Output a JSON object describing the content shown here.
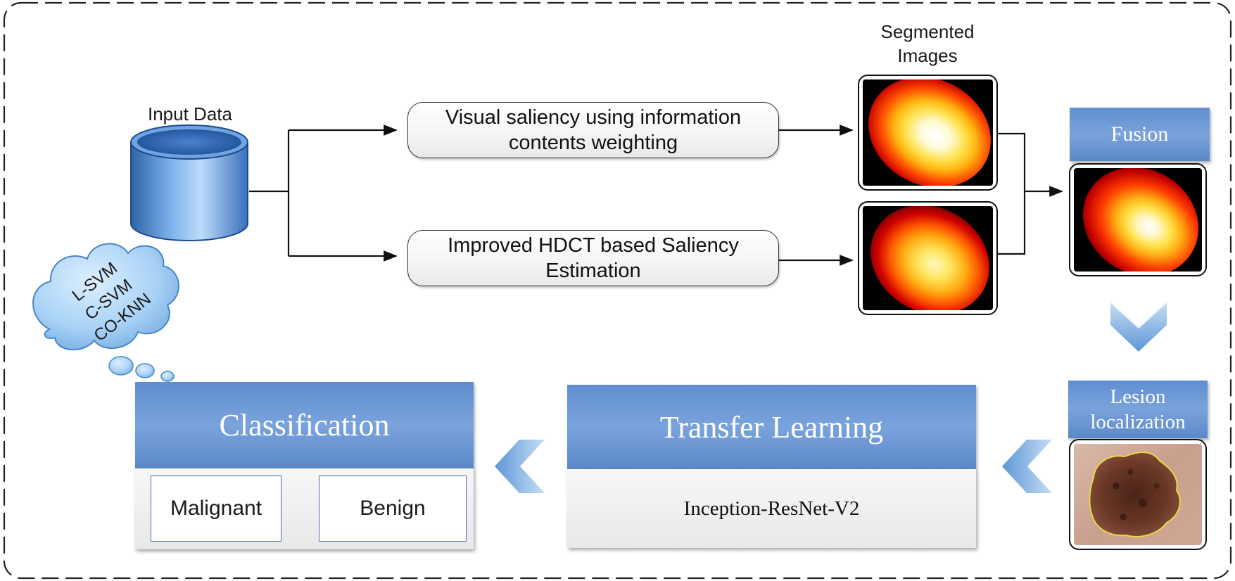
{
  "input": {
    "label": "Input Data"
  },
  "cloud": {
    "lines": [
      "L-SVM",
      "C-SVM",
      "CO-KNN"
    ]
  },
  "saliency": {
    "top": "Visual saliency using information contents weighting",
    "bottom": "Improved HDCT based Saliency Estimation"
  },
  "segmented": {
    "label": "Segmented Images"
  },
  "fusion": {
    "label": "Fusion"
  },
  "lesion": {
    "label": "Lesion localization"
  },
  "transfer": {
    "title": "Transfer Learning",
    "model": "Inception-ResNet-V2"
  },
  "classification": {
    "title": "Classification",
    "classes": [
      "Malignant",
      "Benign"
    ]
  },
  "colors": {
    "accent_blue": "#6f9bd8",
    "border_dark": "#222222"
  }
}
